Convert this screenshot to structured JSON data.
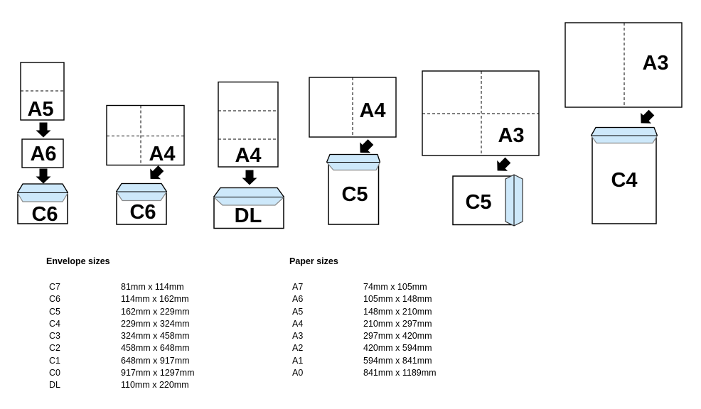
{
  "colors": {
    "flap_fill": "#cde8fa",
    "outline": "#000000"
  },
  "diagram": {
    "groups": [
      {
        "name": "a5-a6-c6",
        "papers": [
          {
            "label": "A5"
          },
          {
            "label": "A6"
          }
        ],
        "envelope": {
          "label": "C6"
        }
      },
      {
        "name": "a4-c6",
        "papers": [
          {
            "label": "A4"
          }
        ],
        "envelope": {
          "label": "C6"
        }
      },
      {
        "name": "a4-dl",
        "papers": [
          {
            "label": "A4"
          }
        ],
        "envelope": {
          "label": "DL"
        }
      },
      {
        "name": "a4-c5",
        "papers": [
          {
            "label": "A4"
          }
        ],
        "envelope": {
          "label": "C5"
        }
      },
      {
        "name": "a3-c5",
        "papers": [
          {
            "label": "A3"
          }
        ],
        "envelope": {
          "label": "C5"
        }
      },
      {
        "name": "a3-c4",
        "papers": [
          {
            "label": "A3"
          }
        ],
        "envelope": {
          "label": "C4"
        }
      }
    ]
  },
  "tables": {
    "envelope": {
      "title": "Envelope sizes",
      "rows": [
        {
          "code": "C7",
          "size": "81mm x 114mm"
        },
        {
          "code": "C6",
          "size": "114mm x 162mm"
        },
        {
          "code": "C5",
          "size": "162mm x 229mm"
        },
        {
          "code": "C4",
          "size": "229mm x 324mm"
        },
        {
          "code": "C3",
          "size": "324mm x 458mm"
        },
        {
          "code": "C2",
          "size": "458mm x 648mm"
        },
        {
          "code": "C1",
          "size": "648mm x 917mm"
        },
        {
          "code": "C0",
          "size": "917mm x 1297mm"
        },
        {
          "code": "DL",
          "size": "110mm x 220mm"
        }
      ]
    },
    "paper": {
      "title": "Paper sizes",
      "rows": [
        {
          "code": "A7",
          "size": "74mm x 105mm"
        },
        {
          "code": "A6",
          "size": "105mm x 148mm"
        },
        {
          "code": "A5",
          "size": "148mm x 210mm"
        },
        {
          "code": "A4",
          "size": "210mm x 297mm"
        },
        {
          "code": "A3",
          "size": "297mm x 420mm"
        },
        {
          "code": "A2",
          "size": "420mm x 594mm"
        },
        {
          "code": "A1",
          "size": "594mm x 841mm"
        },
        {
          "code": "A0",
          "size": "841mm x 1189mm"
        }
      ]
    }
  }
}
